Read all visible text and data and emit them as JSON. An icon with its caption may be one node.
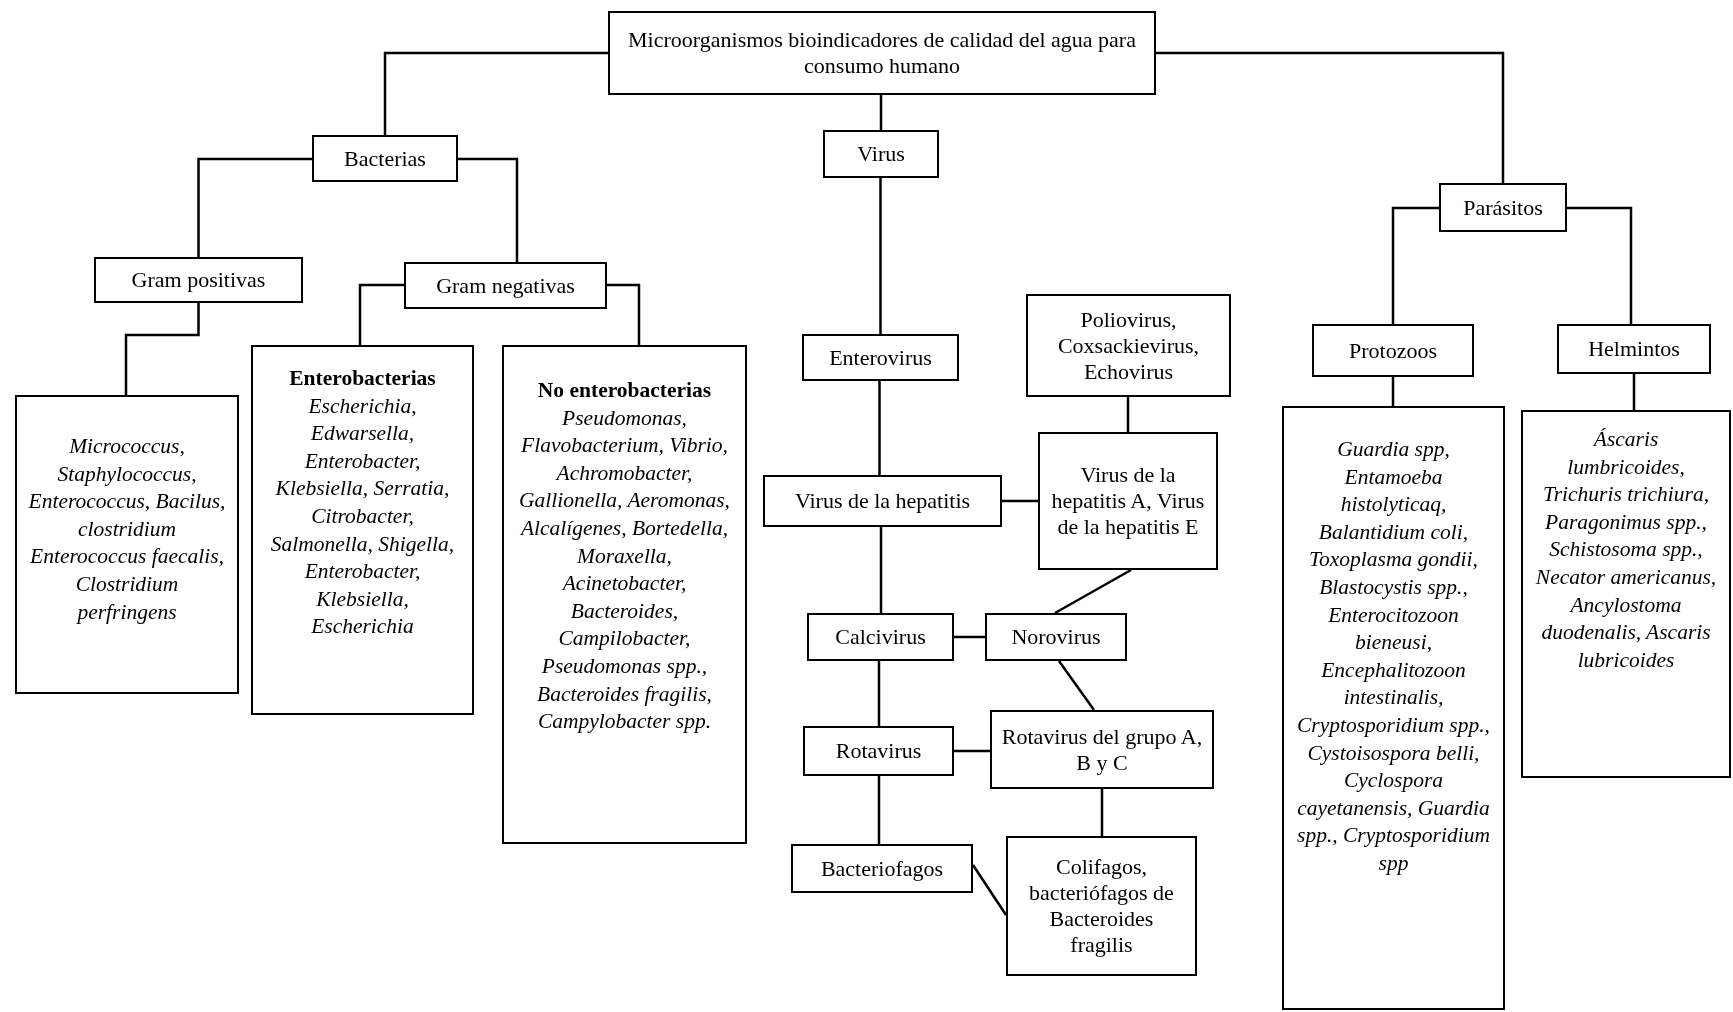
{
  "diagram": {
    "nodes": [
      {
        "text": [
          "Microorganismos bioindicadores de calidad del agua para consumo humano"
        ]
      },
      {
        "text": [
          "Bacterias"
        ]
      },
      {
        "text": [
          "Virus"
        ]
      },
      {
        "text": [
          "Parásitos"
        ]
      },
      {
        "text": [
          "Gram positivas"
        ]
      },
      {
        "text": [
          "Gram negativas"
        ]
      },
      {
        "text": [
          "Micrococcus, Staphylococcus, Enterococcus, Bacilus, clostridium Enterococcus faecalis, Clostridium perfringens"
        ]
      },
      {
        "text": [
          "Enterobacterias",
          "Escherichia, Edwarsella, Enterobacter, Klebsiella, Serratia, Citrobacter, Salmonella, Shigella, Enterobacter, Klebsiella, Escherichia"
        ]
      },
      {
        "text": [
          "No enterobacterias",
          "Pseudomonas, Flavobacterium, Vibrio, Achromobacter, Gallionella, Aeromonas, Alcalígenes, Bortedella, Moraxella, Acinetobacter, Bacteroides, Campilobacter, Pseudomonas spp., Bacteroides fragilis, Campylobacter spp."
        ]
      },
      {
        "text": [
          "Enterovirus"
        ]
      },
      {
        "text": [
          "Poliovirus, Coxsackievirus, Echovirus"
        ]
      },
      {
        "text": [
          "Virus de la hepatitis"
        ]
      },
      {
        "text": [
          "Virus de la hepatitis A, Virus de la hepatitis E"
        ]
      },
      {
        "text": [
          "Calcivirus"
        ]
      },
      {
        "text": [
          "Norovirus"
        ]
      },
      {
        "text": [
          "Rotavirus"
        ]
      },
      {
        "text": [
          "Rotavirus del grupo A, B y C"
        ]
      },
      {
        "text": [
          "Bacteriofagos"
        ]
      },
      {
        "text": [
          "Colifagos, bacteriófagos de Bacteroides fragilis"
        ]
      },
      {
        "text": [
          "Protozoos"
        ]
      },
      {
        "text": [
          "Helmintos"
        ]
      },
      {
        "text": [
          "Guardia spp, Entamoeba histolyticaq, Balantidium coli, Toxoplasma gondii, Blastocystis spp., Enterocitozoon bieneusi, Encephalitozoon intestinalis, Cryptosporidium spp., Cystoisospora belli, Cyclospora cayetanensis, Guardia spp., Cryptosporidium spp"
        ]
      },
      {
        "text": [
          "Áscaris lumbricoides, Trichuris trichiura, Paragonimus spp., Schistosoma spp., Necator americanus, Ancylostoma duodenalis, Ascaris lubricoides"
        ]
      }
    ],
    "edges": [
      {
        "from": 0,
        "to": 1,
        "arrow": "none"
      },
      {
        "from": 0,
        "to": 2,
        "arrow": "none"
      },
      {
        "from": 0,
        "to": 3,
        "arrow": "none"
      },
      {
        "from": 1,
        "to": 4,
        "arrow": "none"
      },
      {
        "from": 1,
        "to": 5,
        "arrow": "none"
      },
      {
        "from": 4,
        "to": 6,
        "arrow": "none"
      },
      {
        "from": 5,
        "to": 7,
        "arrow": "none"
      },
      {
        "from": 5,
        "to": 8,
        "arrow": "none"
      },
      {
        "from": 2,
        "to": 9,
        "arrow": "none"
      },
      {
        "from": 9,
        "to": 11,
        "arrow": "none"
      },
      {
        "from": 10,
        "to": 12,
        "arrow": "none"
      },
      {
        "from": 11,
        "to": 12,
        "arrow": "none"
      },
      {
        "from": 11,
        "to": 13,
        "arrow": "none"
      },
      {
        "from": 12,
        "to": 14,
        "arrow": "none"
      },
      {
        "from": 13,
        "to": 14,
        "arrow": "none"
      },
      {
        "from": 13,
        "to": 15,
        "arrow": "none"
      },
      {
        "from": 14,
        "to": 16,
        "arrow": "none"
      },
      {
        "from": 15,
        "to": 16,
        "arrow": "none"
      },
      {
        "from": 15,
        "to": 17,
        "arrow": "none"
      },
      {
        "from": 16,
        "to": 18,
        "arrow": "none"
      },
      {
        "from": 17,
        "to": 18,
        "arrow": "none"
      },
      {
        "from": 3,
        "to": 19,
        "arrow": "none"
      },
      {
        "from": 3,
        "to": 20,
        "arrow": "none"
      },
      {
        "from": 19,
        "to": 21,
        "arrow": "none"
      },
      {
        "from": 20,
        "to": 22,
        "arrow": "none"
      }
    ]
  }
}
